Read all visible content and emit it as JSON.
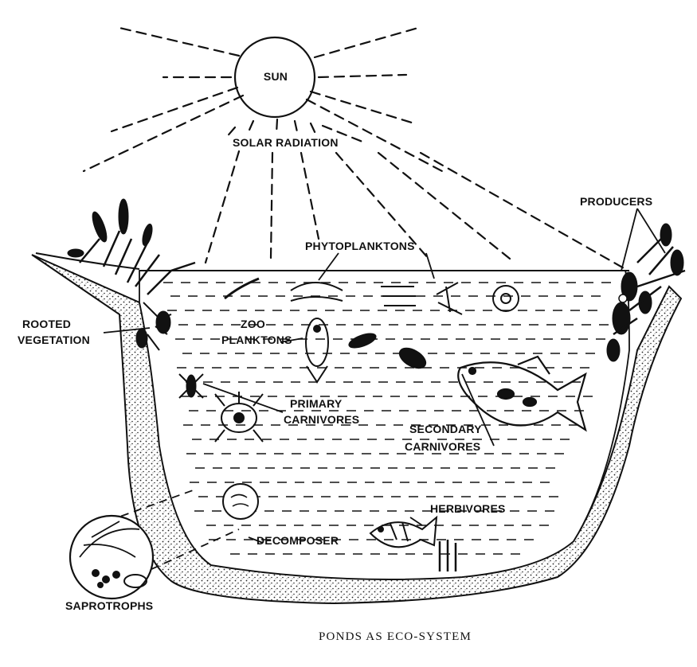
{
  "labels": {
    "sun": "SUN",
    "solar_radiation": "SOLAR RADIATION",
    "producers": "PRODUCERS",
    "phytoplanktons": "PHYTOPLANKTONS",
    "rooted_vegetation_line1": "ROOTED",
    "rooted_vegetation_line2": "VEGETATION",
    "zoo_planktons_line1": "ZOO",
    "zoo_planktons_line2": "PLANKTONS",
    "primary_carnivores_line1": "PRIMARY",
    "primary_carnivores_line2": "CARNIVORES",
    "secondary_carnivores_line1": "SECONDARY",
    "secondary_carnivores_line2": "CARNIVORES",
    "herbivores": "HERBIVORES",
    "decomposer": "DECOMPOSER",
    "saprotrophs": "SAPROTROPHS"
  },
  "caption": "PONDS AS ECO-SYSTEM",
  "colors": {
    "ink": "#111111",
    "background": "#ffffff"
  }
}
